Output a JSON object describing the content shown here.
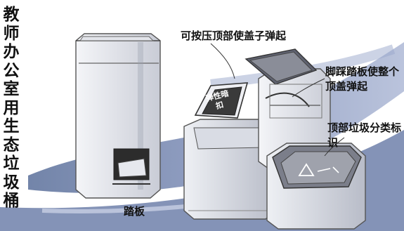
{
  "title_vertical": "教师办公室用生态垃圾桶",
  "labels": {
    "top_press": "可按压顶部使盖子弹起",
    "elastic_lock": "弹性暗扣",
    "pedal_lift": "脚踩踏板使整个顶盖弹起",
    "classify": "顶部垃圾分类标识",
    "pedal": "踏板"
  },
  "icons": {
    "bin_lid_symbol": "recycle-triangle-icon"
  }
}
